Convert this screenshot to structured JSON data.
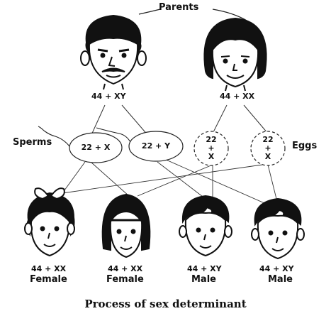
{
  "diagram": {
    "parents_label": "Parents",
    "father": {
      "genotype": "44 + XY"
    },
    "mother": {
      "genotype": "44 + XX"
    },
    "sperms_label": "Sperms",
    "eggs_label": "Eggs",
    "sperm_cells": [
      {
        "text": "22 + X"
      },
      {
        "text": "22 + Y"
      }
    ],
    "egg_cells": [
      {
        "number": "22",
        "plus": "+",
        "chromosome": "X"
      },
      {
        "number": "22",
        "plus": "+",
        "chromosome": "X"
      }
    ],
    "children": [
      {
        "genotype": "44 + XX",
        "sex": "Female"
      },
      {
        "genotype": "44 + XX",
        "sex": "Female"
      },
      {
        "genotype": "44 + XY",
        "sex": "Male"
      },
      {
        "genotype": "44 + XY",
        "sex": "Male"
      }
    ],
    "caption": "Process of sex determinant"
  }
}
